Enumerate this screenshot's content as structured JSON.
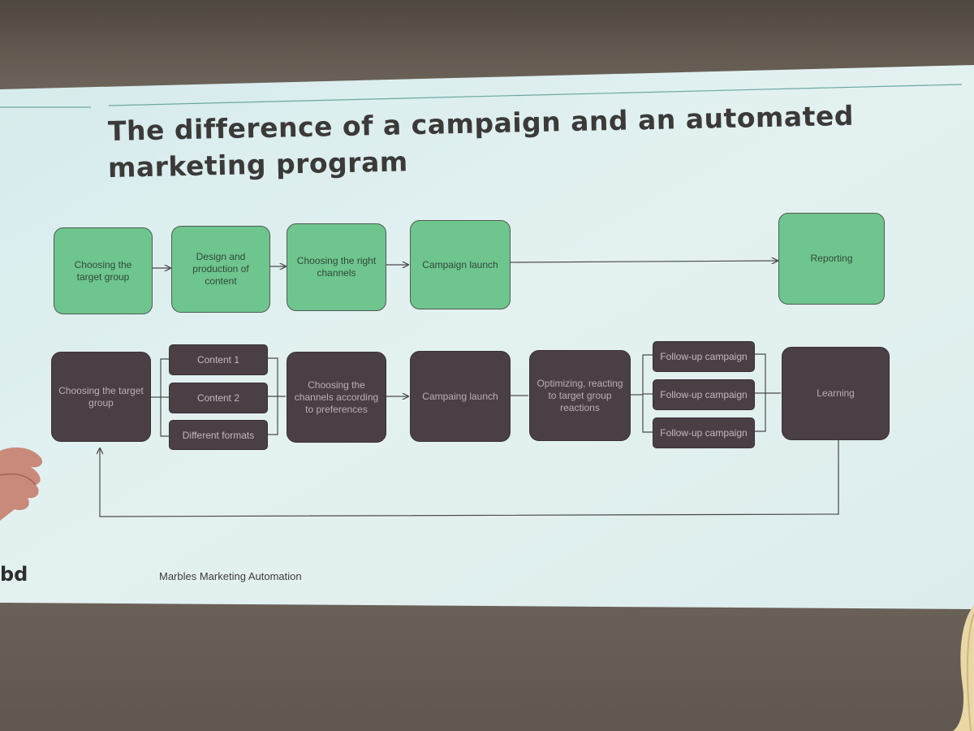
{
  "slide": {
    "title_line_1": "The difference of a campaign and an automated",
    "title_line_2": "marketing program",
    "footer_logo": "bd",
    "footer_text": "Marbles Marketing Automation"
  },
  "campaign_row": [
    {
      "label": "Choosing the target group"
    },
    {
      "label": "Design and production of content"
    },
    {
      "label": "Choosing the right channels"
    },
    {
      "label": "Campaign launch"
    },
    {
      "label": "Reporting"
    }
  ],
  "program_row": {
    "start": "Choosing the target group",
    "content_items": [
      "Content 1",
      "Content 2",
      "Different formats"
    ],
    "channels": "Choosing the channels according to preferences",
    "launch": "Campaing launch",
    "optimize": "Optimizing, reacting to target group reactions",
    "followups": [
      "Follow-up campaign",
      "Follow-up campaign",
      "Follow-up campaign"
    ],
    "learning": "Learning"
  },
  "colors": {
    "green_box": "#6fc58e",
    "dark_box": "#4a3f44",
    "slide_bg": "#dfeeee",
    "connector": "#4a4a4a"
  }
}
